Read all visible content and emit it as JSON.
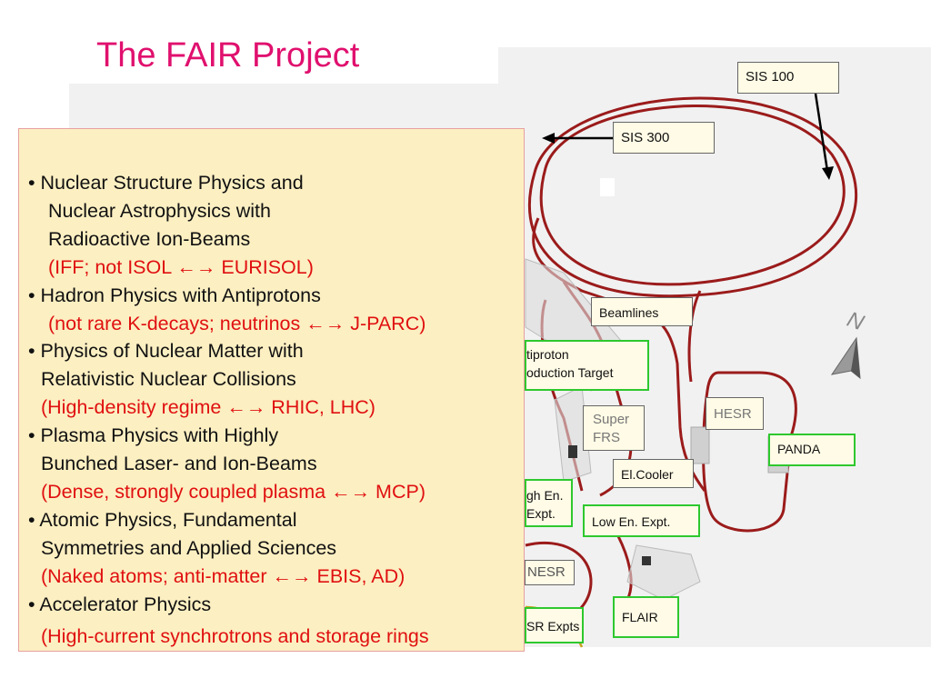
{
  "title": "The FAIR Project",
  "colors": {
    "title": "#e0106e",
    "ring": "#9b1b1b",
    "panel_bg": "#fcefc2",
    "highlight_text": "#e01010",
    "green_box": "#2ec82e"
  },
  "labels": {
    "sis100": "SIS 100",
    "sis300": "SIS 300",
    "beamlines": "Beamlines",
    "antiproton": "tiproton\noduction Target",
    "super_frs": "Super\nFRS",
    "hesr": "HESR",
    "panda": "PANDA",
    "el_cooler": "El.Cooler",
    "high_en": "gh En.\nExpt.",
    "low_en": "Low En. Expt.",
    "nesr": "NESR",
    "flair": "FLAIR",
    "sr_expts": "SR Expts"
  },
  "compass": {
    "letter": "N"
  },
  "panel": {
    "items": [
      {
        "text": "• Nuclear Structure Physics and",
        "style": "normal",
        "indent": 0
      },
      {
        "text": "Nuclear Astrophysics with",
        "style": "normal",
        "indent": 1
      },
      {
        "text": "Radioactive Ion-Beams",
        "style": "normal",
        "indent": 1
      },
      {
        "text": "(IFF; not ISOL  ←→ EURISOL)",
        "style": "red",
        "indent": 1
      },
      {
        "text": "• Hadron Physics with Antiprotons",
        "style": "normal",
        "indent": 0
      },
      {
        "text": "(not rare K-decays; neutrinos ←→ J-PARC)",
        "style": "red",
        "indent": 1
      },
      {
        "text": "• Physics of Nuclear Matter with",
        "style": "normal",
        "indent": 0
      },
      {
        "text": "Relativistic Nuclear Collisions",
        "style": "normal",
        "indent": 2
      },
      {
        "text": "(High-density regime ←→ RHIC, LHC)",
        "style": "red",
        "indent": 2
      },
      {
        "text": "• Plasma Physics with Highly",
        "style": "normal",
        "indent": 0
      },
      {
        "text": "Bunched Laser- and Ion-Beams",
        "style": "normal",
        "indent": 2
      },
      {
        "text": "(Dense, strongly coupled plasma ←→ MCP)",
        "style": "red",
        "indent": 2
      },
      {
        "text": "• Atomic Physics, Fundamental",
        "style": "normal",
        "indent": 0
      },
      {
        "text": "Symmetries and Applied Sciences",
        "style": "normal",
        "indent": 2
      },
      {
        "text": "(Naked atoms; anti-matter ←→ EBIS, AD)",
        "style": "red",
        "indent": 2
      },
      {
        "text": "• Accelerator Physics",
        "style": "normal",
        "indent": 0
      },
      {
        "text": "(High-current synchrotrons and storage rings",
        "style": "red",
        "indent": 2,
        "gap": true
      }
    ]
  }
}
